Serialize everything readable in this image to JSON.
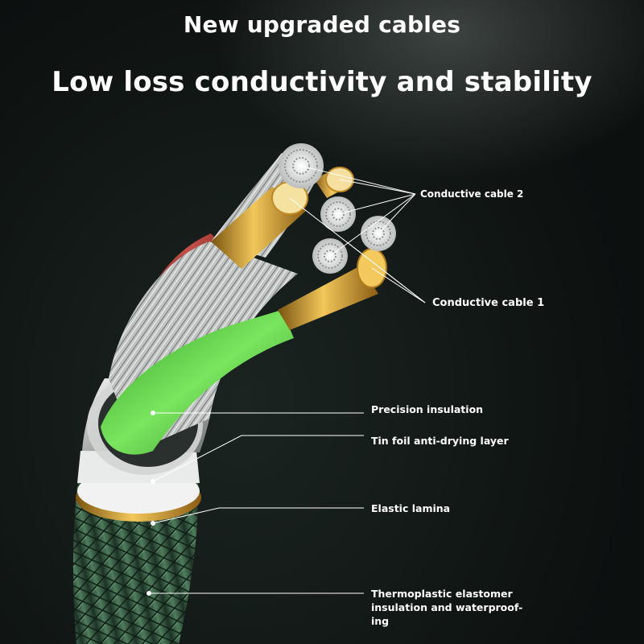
{
  "header": {
    "subtitle": "New upgraded cables",
    "title": "Low loss conductivity and stability"
  },
  "callouts": {
    "conductive_cable_2": "Conductive cable 2",
    "conductive_cable_1": "Conductive cable 1",
    "precision_insulation": "Precision insulation",
    "tin_foil": "Tin foil anti-drying layer",
    "elastic_lamina": "Elastic lamina",
    "tpe_line1": "Thermoplastic elastomer",
    "tpe_line2": "insulation and waterproof-",
    "tpe_line3": "ing"
  },
  "colors": {
    "background": "#131a18",
    "braid_green": "#3f6a4c",
    "copper_gold": "#d9a33a",
    "red_insulation": "#b23a36",
    "green_insulation": "#4fcf3c",
    "callout_line": "#ffffff"
  }
}
